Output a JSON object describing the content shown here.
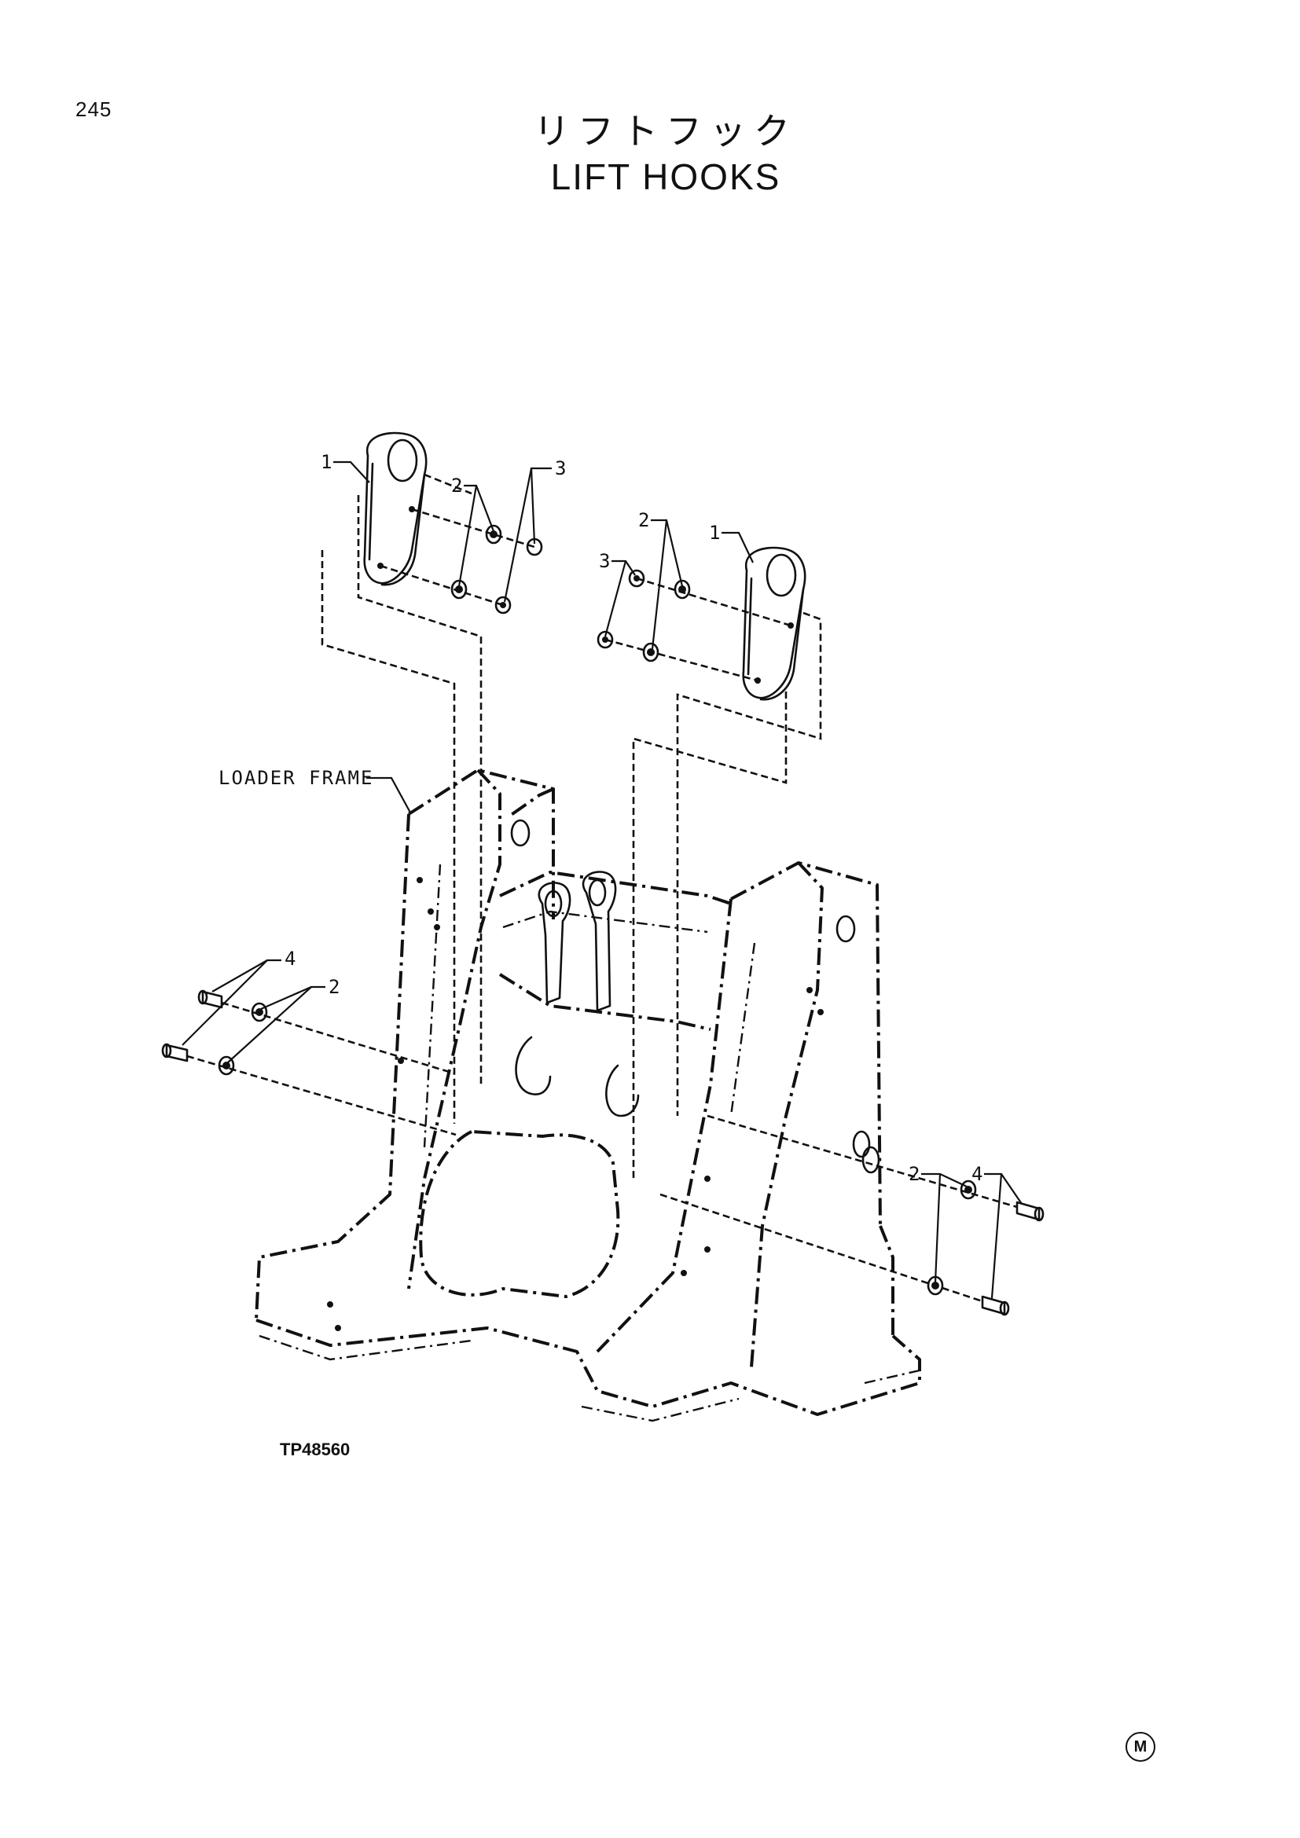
{
  "page_number": "245",
  "title_jp": "リフトフック",
  "title_en": "LIFT HOOKS",
  "callouts": {
    "c1_left": "1",
    "c2_left_top": "2",
    "c3_left_top": "3",
    "c2_right_top": "2",
    "c1_right": "1",
    "c3_right_top": "3",
    "c4_left_bottom": "4",
    "c2_left_bottom": "2",
    "c2_right_bottom": "2",
    "c4_right_bottom": "4"
  },
  "loader_frame_label": "LOADER FRAME",
  "figure_id": "TP48560",
  "mark": "M"
}
